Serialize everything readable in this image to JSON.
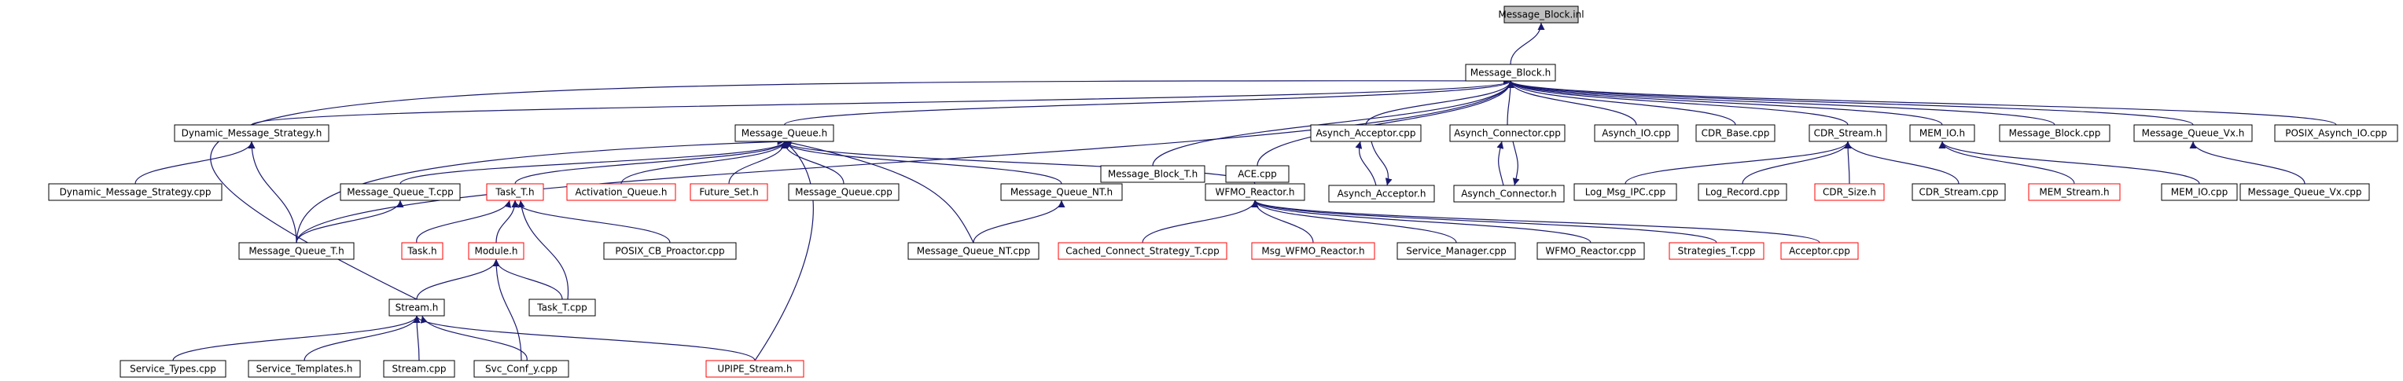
{
  "graph": {
    "colors": {
      "edge": "#191970",
      "node_border": "#000000",
      "node_border_undocumented": "#ff0000",
      "root_fill": "#bfbfbf",
      "node_fill": "#ffffff",
      "text": "#000000"
    },
    "nodes": [
      {
        "id": "message_block_inl",
        "label": "Message_Block.inl",
        "style": "root"
      },
      {
        "id": "message_block_h",
        "label": "Message_Block.h",
        "style": "normal"
      },
      {
        "id": "dynamic_message_strategy_h",
        "label": "Dynamic_Message_Strategy.h",
        "style": "normal"
      },
      {
        "id": "message_queue_h",
        "label": "Message_Queue.h",
        "style": "normal"
      },
      {
        "id": "message_block_t_h",
        "label": "Message_Block_T.h",
        "style": "normal"
      },
      {
        "id": "ace_cpp",
        "label": "ACE.cpp",
        "style": "normal"
      },
      {
        "id": "asynch_acceptor_cpp",
        "label": "Asynch_Acceptor.cpp",
        "style": "normal"
      },
      {
        "id": "asynch_connector_cpp",
        "label": "Asynch_Connector.cpp",
        "style": "normal"
      },
      {
        "id": "asynch_io_cpp",
        "label": "Asynch_IO.cpp",
        "style": "normal"
      },
      {
        "id": "cdr_base_cpp",
        "label": "CDR_Base.cpp",
        "style": "normal"
      },
      {
        "id": "cdr_stream_h",
        "label": "CDR_Stream.h",
        "style": "normal"
      },
      {
        "id": "mem_io_h",
        "label": "MEM_IO.h",
        "style": "normal"
      },
      {
        "id": "message_block_cpp",
        "label": "Message_Block.cpp",
        "style": "normal"
      },
      {
        "id": "message_queue_vx_h",
        "label": "Message_Queue_Vx.h",
        "style": "normal"
      },
      {
        "id": "posix_asynch_io_cpp",
        "label": "POSIX_Asynch_IO.cpp",
        "style": "normal"
      },
      {
        "id": "dynamic_message_strategy_cpp",
        "label": "Dynamic_Message_Strategy.cpp",
        "style": "normal"
      },
      {
        "id": "message_queue_t_cpp",
        "label": "Message_Queue_T.cpp",
        "style": "normal"
      },
      {
        "id": "task_t_h",
        "label": "Task_T.h",
        "style": "undocumented"
      },
      {
        "id": "activation_queue_h",
        "label": "Activation_Queue.h",
        "style": "undocumented"
      },
      {
        "id": "future_set_h",
        "label": "Future_Set.h",
        "style": "undocumented"
      },
      {
        "id": "message_queue_cpp",
        "label": "Message_Queue.cpp",
        "style": "normal"
      },
      {
        "id": "message_queue_nt_h",
        "label": "Message_Queue_NT.h",
        "style": "normal"
      },
      {
        "id": "wfmo_reactor_h",
        "label": "WFMO_Reactor.h",
        "style": "normal"
      },
      {
        "id": "asynch_acceptor_h",
        "label": "Asynch_Acceptor.h",
        "style": "normal"
      },
      {
        "id": "asynch_connector_h",
        "label": "Asynch_Connector.h",
        "style": "normal"
      },
      {
        "id": "log_msg_ipc_cpp",
        "label": "Log_Msg_IPC.cpp",
        "style": "normal"
      },
      {
        "id": "log_record_cpp",
        "label": "Log_Record.cpp",
        "style": "normal"
      },
      {
        "id": "cdr_size_h",
        "label": "CDR_Size.h",
        "style": "undocumented"
      },
      {
        "id": "cdr_stream_cpp",
        "label": "CDR_Stream.cpp",
        "style": "normal"
      },
      {
        "id": "mem_stream_h",
        "label": "MEM_Stream.h",
        "style": "undocumented"
      },
      {
        "id": "mem_io_cpp",
        "label": "MEM_IO.cpp",
        "style": "normal"
      },
      {
        "id": "message_queue_vx_cpp",
        "label": "Message_Queue_Vx.cpp",
        "style": "normal"
      },
      {
        "id": "message_queue_t_h",
        "label": "Message_Queue_T.h",
        "style": "normal"
      },
      {
        "id": "task_h",
        "label": "Task.h",
        "style": "undocumented"
      },
      {
        "id": "module_h",
        "label": "Module.h",
        "style": "undocumented"
      },
      {
        "id": "posix_cb_proactor_cpp",
        "label": "POSIX_CB_Proactor.cpp",
        "style": "normal"
      },
      {
        "id": "message_queue_nt_cpp",
        "label": "Message_Queue_NT.cpp",
        "style": "normal"
      },
      {
        "id": "cached_connect_strategy_t_cpp",
        "label": "Cached_Connect_Strategy_T.cpp",
        "style": "undocumented"
      },
      {
        "id": "msg_wfmo_reactor_h",
        "label": "Msg_WFMO_Reactor.h",
        "style": "undocumented"
      },
      {
        "id": "service_manager_cpp",
        "label": "Service_Manager.cpp",
        "style": "normal"
      },
      {
        "id": "wfmo_reactor_cpp",
        "label": "WFMO_Reactor.cpp",
        "style": "normal"
      },
      {
        "id": "strategies_t_cpp",
        "label": "Strategies_T.cpp",
        "style": "undocumented"
      },
      {
        "id": "acceptor_cpp",
        "label": "Acceptor.cpp",
        "style": "undocumented"
      },
      {
        "id": "stream_h",
        "label": "Stream.h",
        "style": "normal"
      },
      {
        "id": "task_t_cpp",
        "label": "Task_T.cpp",
        "style": "normal"
      },
      {
        "id": "service_types_cpp",
        "label": "Service_Types.cpp",
        "style": "normal"
      },
      {
        "id": "service_templates_h",
        "label": "Service_Templates.h",
        "style": "normal"
      },
      {
        "id": "stream_cpp",
        "label": "Stream.cpp",
        "style": "normal"
      },
      {
        "id": "svc_conf_y_cpp",
        "label": "Svc_Conf_y.cpp",
        "style": "normal"
      },
      {
        "id": "upipe_stream_h",
        "label": "UPIPE_Stream.h",
        "style": "undocumented"
      }
    ],
    "edges": [
      [
        "message_block_h",
        "message_block_inl"
      ],
      [
        "dynamic_message_strategy_h",
        "message_block_h"
      ],
      [
        "message_queue_h",
        "message_block_h"
      ],
      [
        "message_block_t_h",
        "message_block_h"
      ],
      [
        "ace_cpp",
        "message_block_h"
      ],
      [
        "asynch_acceptor_cpp",
        "message_block_h"
      ],
      [
        "asynch_connector_cpp",
        "message_block_h"
      ],
      [
        "asynch_io_cpp",
        "message_block_h"
      ],
      [
        "cdr_base_cpp",
        "message_block_h"
      ],
      [
        "cdr_stream_h",
        "message_block_h"
      ],
      [
        "mem_io_h",
        "message_block_h"
      ],
      [
        "message_block_cpp",
        "message_block_h"
      ],
      [
        "message_queue_vx_h",
        "message_block_h"
      ],
      [
        "posix_asynch_io_cpp",
        "message_block_h"
      ],
      [
        "stream_h",
        "message_block_h"
      ],
      [
        "message_queue_t_h",
        "message_block_h"
      ],
      [
        "dynamic_message_strategy_cpp",
        "dynamic_message_strategy_h"
      ],
      [
        "message_queue_t_h",
        "dynamic_message_strategy_h"
      ],
      [
        "message_queue_t_cpp",
        "message_queue_h"
      ],
      [
        "task_t_h",
        "message_queue_h"
      ],
      [
        "activation_queue_h",
        "message_queue_h"
      ],
      [
        "future_set_h",
        "message_queue_h"
      ],
      [
        "message_queue_cpp",
        "message_queue_h"
      ],
      [
        "message_queue_nt_h",
        "message_queue_h"
      ],
      [
        "wfmo_reactor_h",
        "message_queue_h"
      ],
      [
        "message_queue_t_h",
        "message_queue_h"
      ],
      [
        "message_queue_nt_cpp",
        "message_queue_h"
      ],
      [
        "upipe_stream_h",
        "message_queue_h"
      ],
      [
        "asynch_acceptor_h",
        "asynch_acceptor_cpp"
      ],
      [
        "asynch_acceptor_cpp",
        "asynch_acceptor_h"
      ],
      [
        "asynch_connector_h",
        "asynch_connector_cpp"
      ],
      [
        "asynch_connector_cpp",
        "asynch_connector_h"
      ],
      [
        "log_msg_ipc_cpp",
        "cdr_stream_h"
      ],
      [
        "log_record_cpp",
        "cdr_stream_h"
      ],
      [
        "cdr_size_h",
        "cdr_stream_h"
      ],
      [
        "cdr_stream_cpp",
        "cdr_stream_h"
      ],
      [
        "mem_stream_h",
        "mem_io_h"
      ],
      [
        "mem_io_cpp",
        "mem_io_h"
      ],
      [
        "message_queue_vx_cpp",
        "message_queue_vx_h"
      ],
      [
        "message_queue_t_h",
        "message_queue_t_cpp"
      ],
      [
        "task_h",
        "task_t_h"
      ],
      [
        "module_h",
        "task_t_h"
      ],
      [
        "posix_cb_proactor_cpp",
        "task_t_h"
      ],
      [
        "task_t_cpp",
        "task_t_h"
      ],
      [
        "message_queue_nt_cpp",
        "message_queue_nt_h"
      ],
      [
        "cached_connect_strategy_t_cpp",
        "wfmo_reactor_h"
      ],
      [
        "msg_wfmo_reactor_h",
        "wfmo_reactor_h"
      ],
      [
        "service_manager_cpp",
        "wfmo_reactor_h"
      ],
      [
        "wfmo_reactor_cpp",
        "wfmo_reactor_h"
      ],
      [
        "strategies_t_cpp",
        "wfmo_reactor_h"
      ],
      [
        "acceptor_cpp",
        "wfmo_reactor_h"
      ],
      [
        "stream_h",
        "module_h"
      ],
      [
        "task_t_cpp",
        "module_h"
      ],
      [
        "svc_conf_y_cpp",
        "module_h"
      ],
      [
        "service_types_cpp",
        "stream_h"
      ],
      [
        "service_templates_h",
        "stream_h"
      ],
      [
        "stream_cpp",
        "stream_h"
      ],
      [
        "svc_conf_y_cpp",
        "stream_h"
      ],
      [
        "upipe_stream_h",
        "stream_h"
      ]
    ]
  }
}
